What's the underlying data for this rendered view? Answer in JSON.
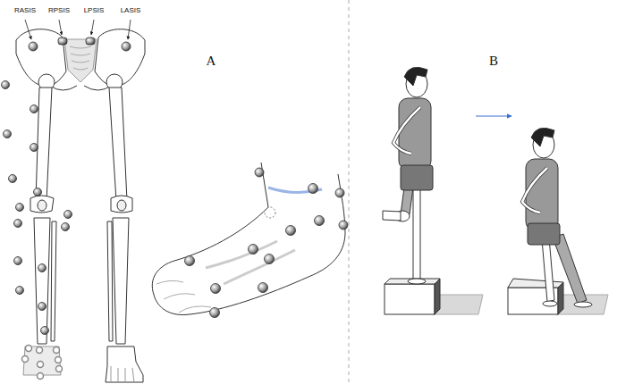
{
  "diagram": {
    "labels": [
      "RASIS",
      "RPSIS",
      "LPSIS",
      "LASIS",
      "A",
      "B"
    ]
  }
}
